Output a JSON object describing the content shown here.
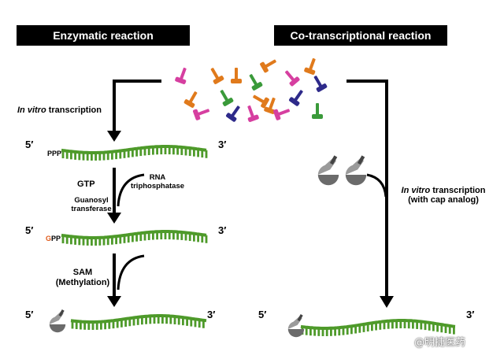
{
  "headers": {
    "enzymatic": "Enzymatic reaction",
    "cotranscriptional": "Co-transcriptional reaction"
  },
  "labels": {
    "invitro_italic": "In vitro",
    "transcription": " transcription",
    "with_cap_analog": "(with cap analog)",
    "gtp": "GTP",
    "rna_triphosphatase_line1": "RNA",
    "rna_triphosphatase_line2": "triphosphatase",
    "guanosyl_line1": "Guanosyl",
    "guanosyl_line2": "transferase",
    "sam": "SAM",
    "methylation": "(Methylation)",
    "ppp": "PPP",
    "g_prefix": "G",
    "pp_suffix": "PP",
    "five_prime": "5′",
    "three_prime": "3′"
  },
  "colors": {
    "rna_green": "#4e9a2a",
    "g_orange": "#e05a1a",
    "header_bg": "#000000",
    "nucleotides": [
      "#d63fa0",
      "#e07a1c",
      "#3a9a3a",
      "#2e2a8a"
    ]
  },
  "watermark": "@明捷医药"
}
